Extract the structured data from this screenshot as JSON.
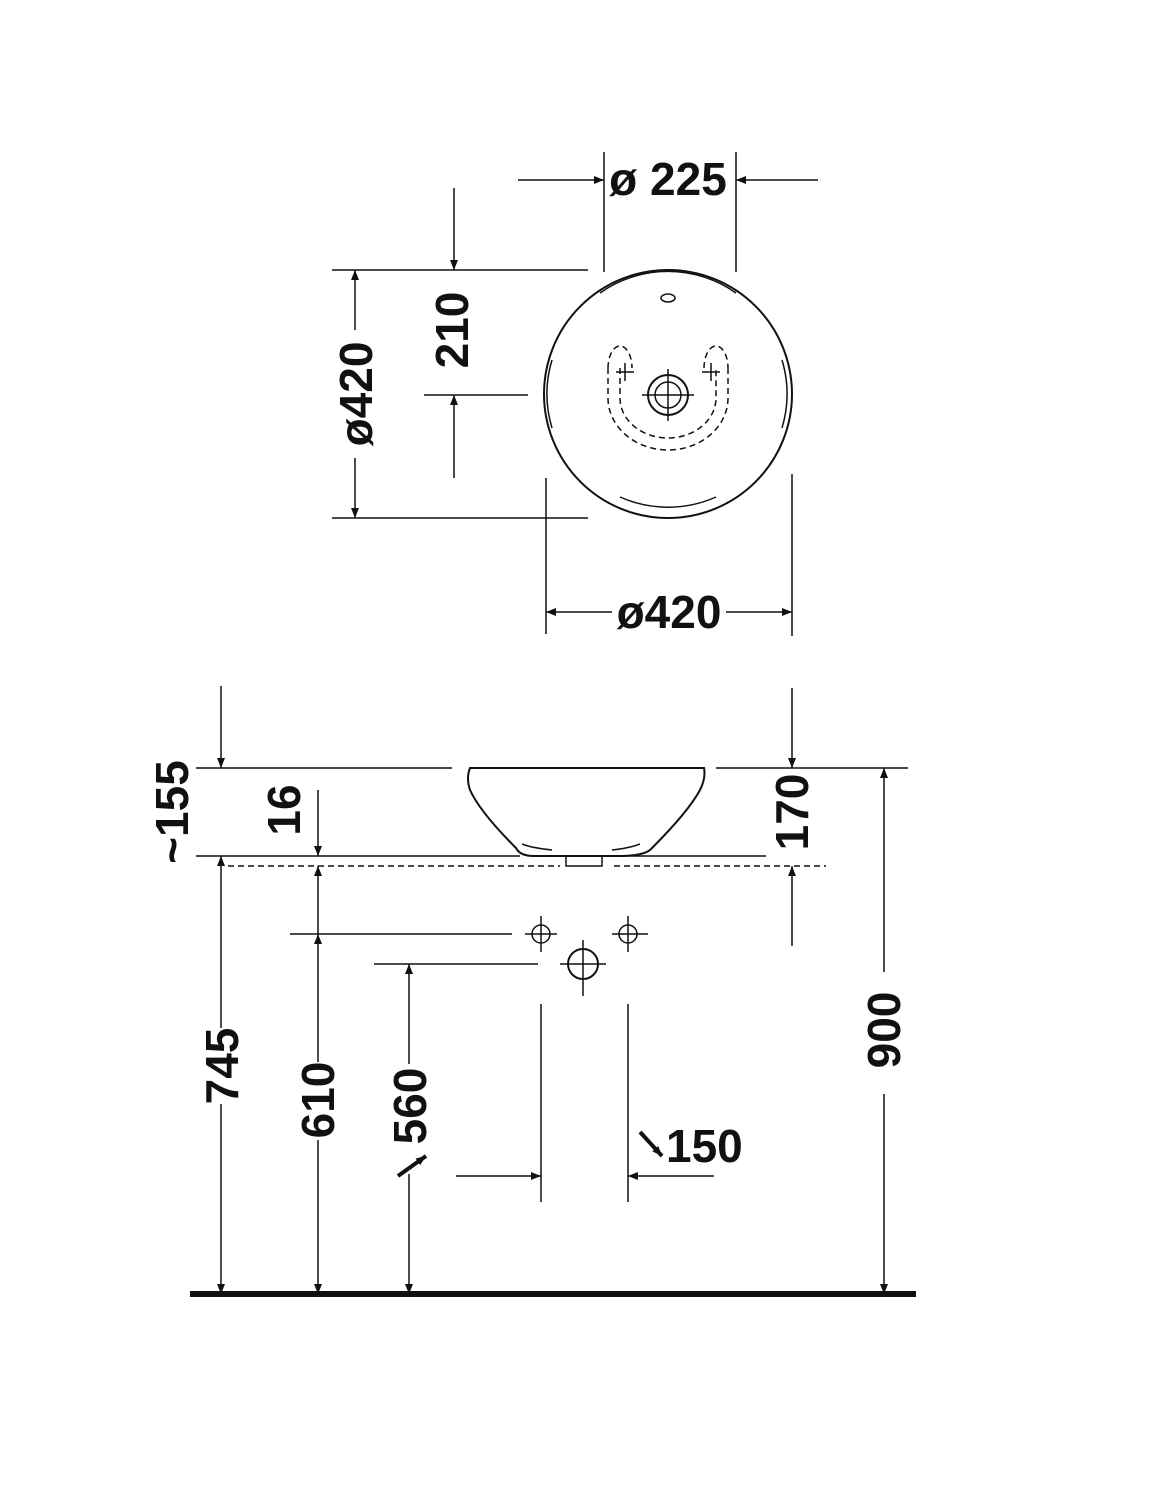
{
  "top_view": {
    "overflow_diameter": "ø 225",
    "bowl_diameter_vertical": "ø420",
    "drain_offset": "210",
    "bowl_diameter_horizontal": "ø420"
  },
  "side_view": {
    "top_of_counter": "~155",
    "counter_thickness": "16",
    "bowl_height": "170",
    "overall_height": "900",
    "counter_height": "745",
    "tap_height": "610",
    "drain_height": "560",
    "tap_spacing": "150"
  },
  "colors": {
    "line": "#111111",
    "background": "#ffffff"
  }
}
